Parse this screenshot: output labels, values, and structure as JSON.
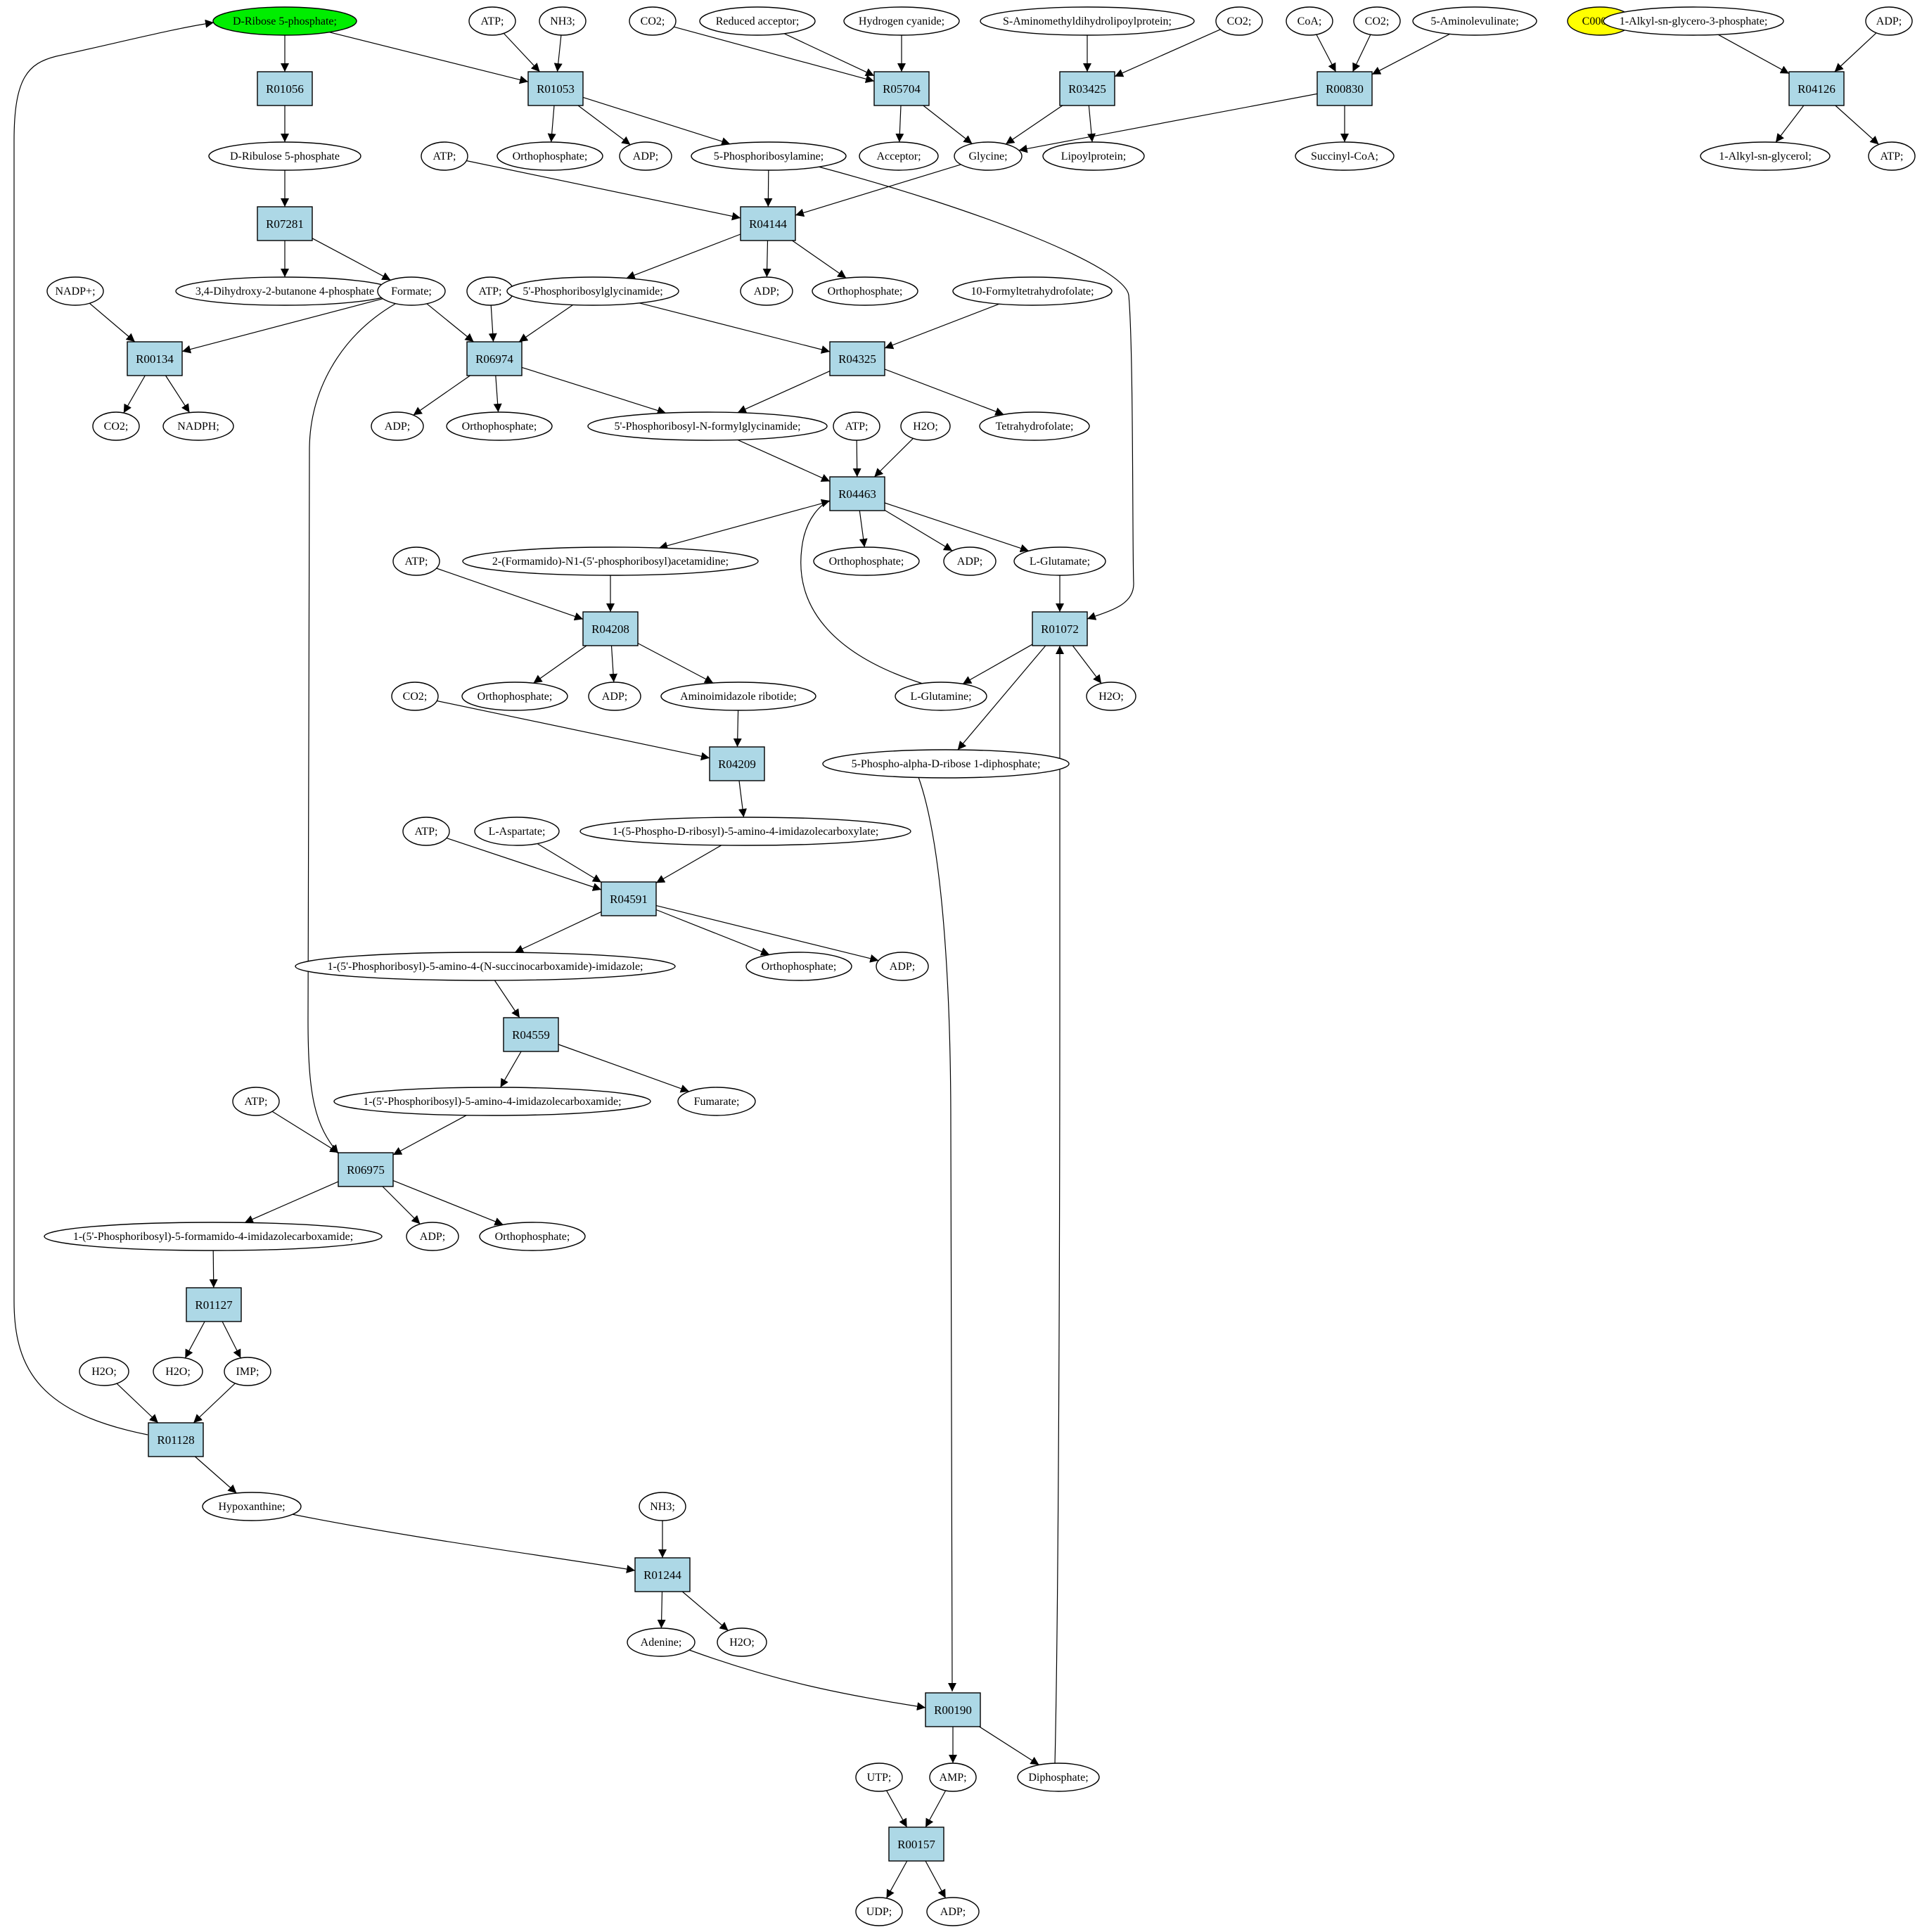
{
  "diagram": {
    "colors": {
      "highlight_start": "#00ee00",
      "highlight_target": "#ffff00",
      "reaction_fill": "#add8e6",
      "node_fill": "#ffffff"
    },
    "reactions": [
      {
        "id": "R01056",
        "label": "R01056"
      },
      {
        "id": "R01053",
        "label": "R01053"
      },
      {
        "id": "R05704",
        "label": "R05704"
      },
      {
        "id": "R03425",
        "label": "R03425"
      },
      {
        "id": "R00830",
        "label": "R00830"
      },
      {
        "id": "R04126",
        "label": "R04126"
      },
      {
        "id": "R07281",
        "label": "R07281"
      },
      {
        "id": "R04144",
        "label": "R04144"
      },
      {
        "id": "R00134",
        "label": "R00134"
      },
      {
        "id": "R06974",
        "label": "R06974"
      },
      {
        "id": "R04325",
        "label": "R04325"
      },
      {
        "id": "R04463",
        "label": "R04463"
      },
      {
        "id": "R04208",
        "label": "R04208"
      },
      {
        "id": "R01072",
        "label": "R01072"
      },
      {
        "id": "R04209",
        "label": "R04209"
      },
      {
        "id": "R04591",
        "label": "R04591"
      },
      {
        "id": "R04559",
        "label": "R04559"
      },
      {
        "id": "R06975",
        "label": "R06975"
      },
      {
        "id": "R01127",
        "label": "R01127"
      },
      {
        "id": "R01128",
        "label": "R01128"
      },
      {
        "id": "R01244",
        "label": "R01244"
      },
      {
        "id": "R00190",
        "label": "R00190"
      },
      {
        "id": "R00157",
        "label": "R00157"
      }
    ],
    "compounds": [
      {
        "id": "c_drib5p_top",
        "label": "D-Ribose 5-phosphate;",
        "highlight": "start"
      },
      {
        "id": "c_atp_1",
        "label": "ATP;"
      },
      {
        "id": "c_nh3_1",
        "label": "NH3;"
      },
      {
        "id": "c_co2_1",
        "label": "CO2;"
      },
      {
        "id": "c_redacc",
        "label": "Reduced acceptor;"
      },
      {
        "id": "c_hcn",
        "label": "Hydrogen cyanide;"
      },
      {
        "id": "c_samdl",
        "label": "S-Aminomethyldihydrolipoylprotein;"
      },
      {
        "id": "c_co2_2",
        "label": "CO2;"
      },
      {
        "id": "c_coa",
        "label": "CoA;"
      },
      {
        "id": "c_co2_3",
        "label": "CO2;"
      },
      {
        "id": "c_ala",
        "label": "5-Aminolevulinate;"
      },
      {
        "id": "c_c00002",
        "label": "C00002",
        "highlight": "target"
      },
      {
        "id": "c_alkylg3p",
        "label": "1-Alkyl-sn-glycero-3-phosphate;"
      },
      {
        "id": "c_adp_1",
        "label": "ADP;"
      },
      {
        "id": "c_dribulose",
        "label": "D-Ribulose 5-phosphate"
      },
      {
        "id": "c_pi_1",
        "label": "Orthophosphate;"
      },
      {
        "id": "c_adp_2",
        "label": "ADP;"
      },
      {
        "id": "c_prpa",
        "label": "5-Phosphoribosylamine;"
      },
      {
        "id": "c_acceptor",
        "label": "Acceptor;"
      },
      {
        "id": "c_glycine",
        "label": "Glycine;"
      },
      {
        "id": "c_lipoyl",
        "label": "Lipoylprotein;"
      },
      {
        "id": "c_succoa",
        "label": "Succinyl-CoA;"
      },
      {
        "id": "c_alkylg",
        "label": "1-Alkyl-sn-glycerol;"
      },
      {
        "id": "c_atp_2",
        "label": "ATP;"
      },
      {
        "id": "c_atp_3",
        "label": "ATP;"
      },
      {
        "id": "c_dhbp",
        "label": "3,4-Dihydroxy-2-butanone 4-phosphate"
      },
      {
        "id": "c_formate",
        "label": "Formate;"
      },
      {
        "id": "c_nadp",
        "label": "NADP+;"
      },
      {
        "id": "c_atp_4",
        "label": "ATP;"
      },
      {
        "id": "c_gar",
        "label": "5'-Phosphoribosylglycinamide;"
      },
      {
        "id": "c_adp_3",
        "label": "ADP;"
      },
      {
        "id": "c_pi_2",
        "label": "Orthophosphate;"
      },
      {
        "id": "c_thf10",
        "label": "10-Formyltetrahydrofolate;"
      },
      {
        "id": "c_co2_4",
        "label": "CO2;"
      },
      {
        "id": "c_nadph",
        "label": "NADPH;"
      },
      {
        "id": "c_adp_4",
        "label": "ADP;"
      },
      {
        "id": "c_pi_3",
        "label": "Orthophosphate;"
      },
      {
        "id": "c_fgar",
        "label": "5'-Phosphoribosyl-N-formylglycinamide;"
      },
      {
        "id": "c_atp_5",
        "label": "ATP;"
      },
      {
        "id": "c_h2o_1",
        "label": "H2O;"
      },
      {
        "id": "c_thf",
        "label": "Tetrahydrofolate;"
      },
      {
        "id": "c_atp_6",
        "label": "ATP;"
      },
      {
        "id": "c_fgam",
        "label": "2-(Formamido)-N1-(5'-phosphoribosyl)acetamidine;"
      },
      {
        "id": "c_pi_4",
        "label": "Orthophosphate;"
      },
      {
        "id": "c_adp_5",
        "label": "ADP;"
      },
      {
        "id": "c_glu",
        "label": "L-Glutamate;"
      },
      {
        "id": "c_pi_5",
        "label": "Orthophosphate;"
      },
      {
        "id": "c_adp_6",
        "label": "ADP;"
      },
      {
        "id": "c_air",
        "label": "Aminoimidazole ribotide;"
      },
      {
        "id": "c_gln",
        "label": "L-Glutamine;"
      },
      {
        "id": "c_h2o_2",
        "label": "H2O;"
      },
      {
        "id": "c_co2_5",
        "label": "CO2;"
      },
      {
        "id": "c_prpp",
        "label": "5-Phospho-alpha-D-ribose 1-diphosphate;"
      },
      {
        "id": "c_atp_7",
        "label": "ATP;"
      },
      {
        "id": "c_asp",
        "label": "L-Aspartate;"
      },
      {
        "id": "c_cair",
        "label": "1-(5-Phospho-D-ribosyl)-5-amino-4-imidazolecarboxylate;"
      },
      {
        "id": "c_saicar",
        "label": "1-(5'-Phosphoribosyl)-5-amino-4-(N-succinocarboxamide)-imidazole;"
      },
      {
        "id": "c_pi_6",
        "label": "Orthophosphate;"
      },
      {
        "id": "c_adp_7",
        "label": "ADP;"
      },
      {
        "id": "c_aicar",
        "label": "1-(5'-Phosphoribosyl)-5-amino-4-imidazolecarboxamide;"
      },
      {
        "id": "c_fumarate",
        "label": "Fumarate;"
      },
      {
        "id": "c_atp_8",
        "label": "ATP;"
      },
      {
        "id": "c_faicar",
        "label": "1-(5'-Phosphoribosyl)-5-formamido-4-imidazolecarboxamide;"
      },
      {
        "id": "c_adp_8",
        "label": "ADP;"
      },
      {
        "id": "c_pi_7",
        "label": "Orthophosphate;"
      },
      {
        "id": "c_h2o_3",
        "label": "H2O;"
      },
      {
        "id": "c_h2o_4",
        "label": "H2O;"
      },
      {
        "id": "c_imp",
        "label": "IMP;"
      },
      {
        "id": "c_hypox",
        "label": "Hypoxanthine;"
      },
      {
        "id": "c_nh3_2",
        "label": "NH3;"
      },
      {
        "id": "c_adenine",
        "label": "Adenine;"
      },
      {
        "id": "c_h2o_5",
        "label": "H2O;"
      },
      {
        "id": "c_utp",
        "label": "UTP;"
      },
      {
        "id": "c_amp",
        "label": "AMP;"
      },
      {
        "id": "c_ppi",
        "label": "Diphosphate;"
      },
      {
        "id": "c_udp",
        "label": "UDP;"
      },
      {
        "id": "c_adp_9",
        "label": "ADP;"
      }
    ]
  }
}
